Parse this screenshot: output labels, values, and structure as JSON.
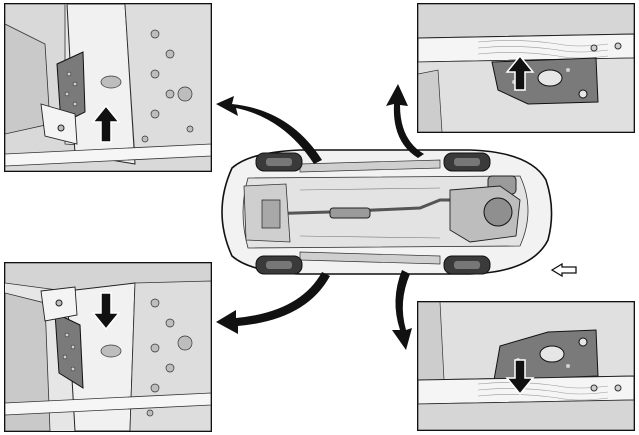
{
  "colors": {
    "line": "#111111",
    "panel_bg": "#e9e9e9",
    "metal_light": "#f4f4f4",
    "metal_mid": "#d2d2d2",
    "metal_dark": "#a9a9a9",
    "plate": "#7a7a7a",
    "arrow_fill": "#111111",
    "front_arrow_fill": "#ffffff"
  },
  "icons": {
    "push_arrow": "thick-block-arrow-icon",
    "callout_arrow": "curved-callout-arrow-icon",
    "front_indicator": "hollow-left-arrow-icon"
  },
  "panels": [
    {
      "id": "front-left-jack-point",
      "arrow_direction": "up"
    },
    {
      "id": "rear-left-jack-point",
      "arrow_direction": "up"
    },
    {
      "id": "front-right-jack-point",
      "arrow_direction": "down"
    },
    {
      "id": "rear-right-jack-point",
      "arrow_direction": "down"
    }
  ],
  "vehicle_view": "underside",
  "front_direction": "left"
}
